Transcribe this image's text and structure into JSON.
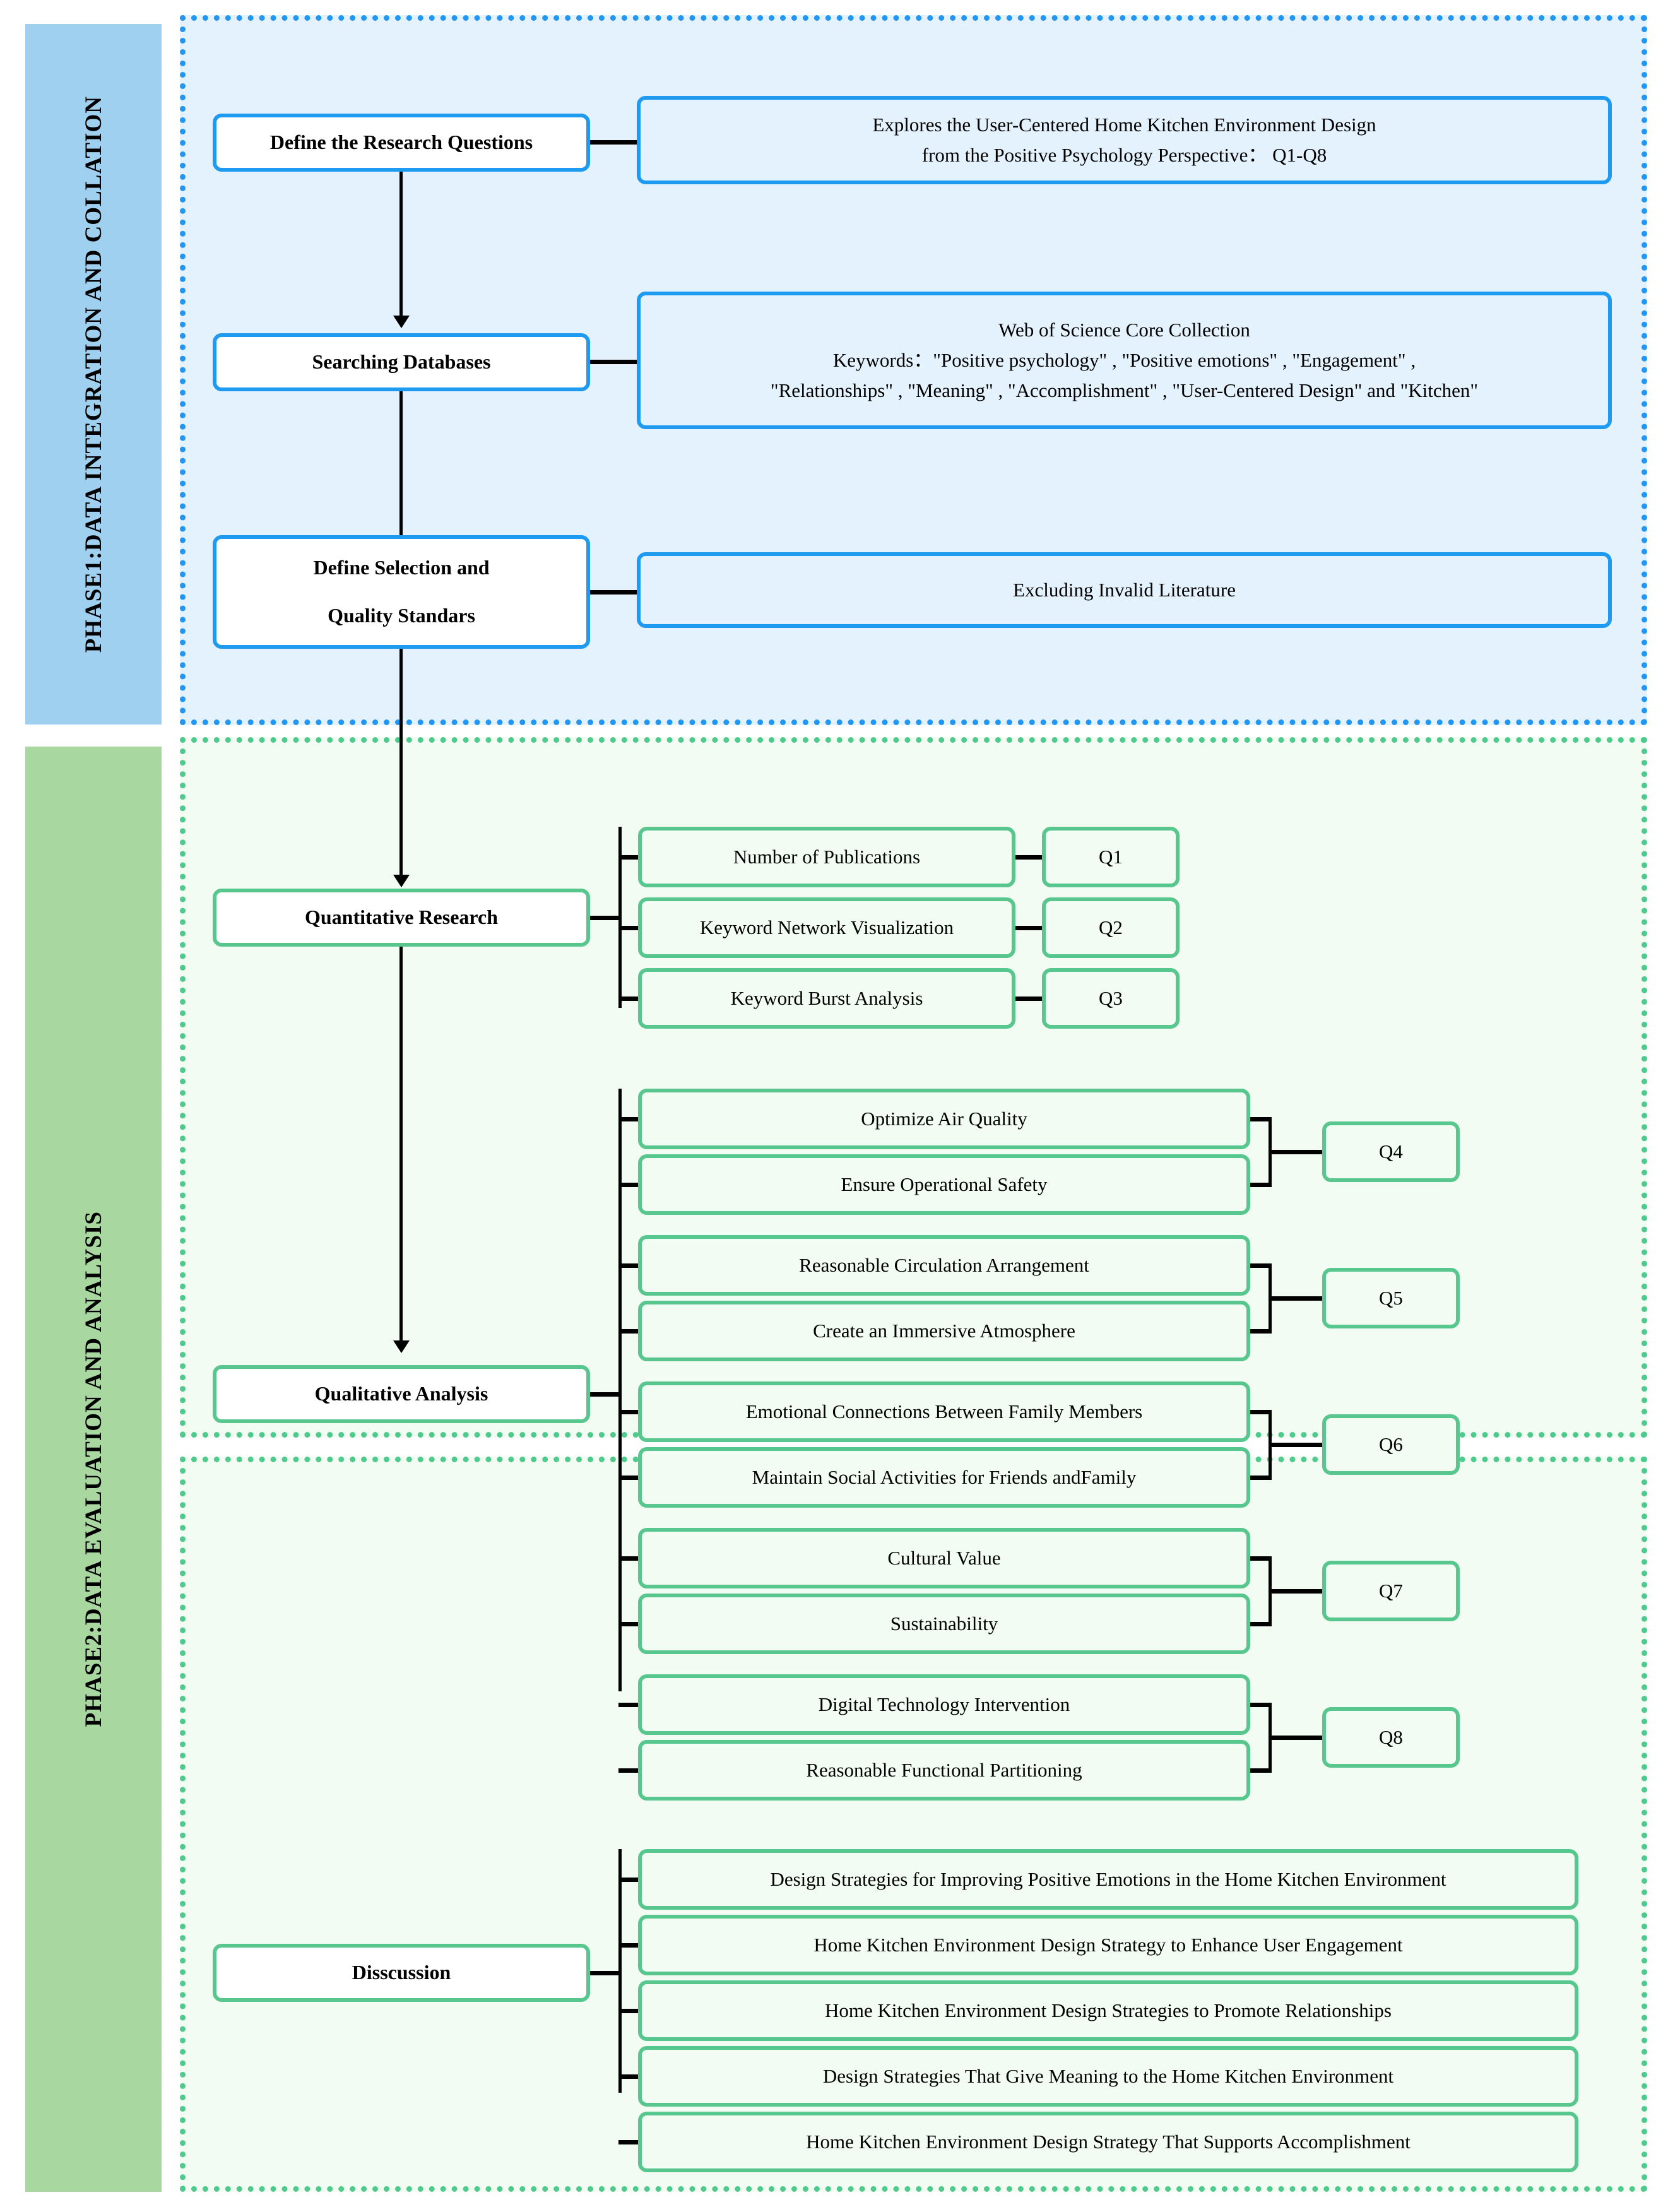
{
  "phases": [
    {
      "id": "phase1",
      "label": "PHASE1:DATA INTEGRATION AND COLLATION",
      "accent": "#2196f3",
      "band_color": "#9fd0ef"
    },
    {
      "id": "phase2",
      "label": "PHASE2:DATA EVALUATION AND ANALYSIS",
      "accent": "#4ecb8c",
      "band_color": "#a8d7a0"
    }
  ],
  "phase1": {
    "steps": [
      {
        "label": "Define the Research Questions",
        "detail_line1": "Explores the User-Centered Home Kitchen Environment Design",
        "detail_line2": "from the Positive Psychology Perspective： Q1-Q8"
      },
      {
        "label": "Searching Databases",
        "detail_line1": "Web of Science Core Collection",
        "detail_line2": "Keywords：\"Positive psychology\" , \"Positive emotions\" , \"Engagement\" ,",
        "detail_line3": "\"Relationships\" , \"Meaning\" , \"Accomplishment\" , \"User-Centered Design\" and \"Kitchen\""
      },
      {
        "label_line1": "Define Selection and",
        "label_line2": "Quality Standars",
        "detail_line1": "Excluding Invalid Literature"
      }
    ]
  },
  "quantitative": {
    "label": "Quantitative Research",
    "items": [
      {
        "text": "Number of Publications",
        "q": "Q1"
      },
      {
        "text": "Keyword Network Visualization",
        "q": "Q2"
      },
      {
        "text": "Keyword Burst Analysis",
        "q": "Q3"
      }
    ]
  },
  "qualitative": {
    "label": "Qualitative Analysis",
    "groups": [
      {
        "q": "Q4",
        "items": [
          "Optimize Air Quality",
          "Ensure Operational Safety"
        ]
      },
      {
        "q": "Q5",
        "items": [
          "Reasonable Circulation Arrangement",
          "Create an Immersive Atmosphere"
        ]
      },
      {
        "q": "Q6",
        "items": [
          "Emotional Connections Between Family Members",
          "Maintain Social Activities for Friends andFamily"
        ]
      },
      {
        "q": "Q7",
        "items": [
          "Cultural Value",
          "Sustainability"
        ]
      },
      {
        "q": "Q8",
        "items": [
          "Digital Technology Intervention",
          "Reasonable Functional Partitioning"
        ]
      }
    ]
  },
  "discussion": {
    "label": "Disscussion",
    "items": [
      "Design Strategies for Improving Positive Emotions in the Home Kitchen Environment",
      "Home Kitchen Environment Design Strategy to Enhance User Engagement",
      "Home Kitchen Environment Design Strategies to Promote Relationships",
      "Design Strategies That Give Meaning to the Home Kitchen Environment",
      "Home Kitchen Environment Design Strategy That Supports Accomplishment"
    ]
  }
}
